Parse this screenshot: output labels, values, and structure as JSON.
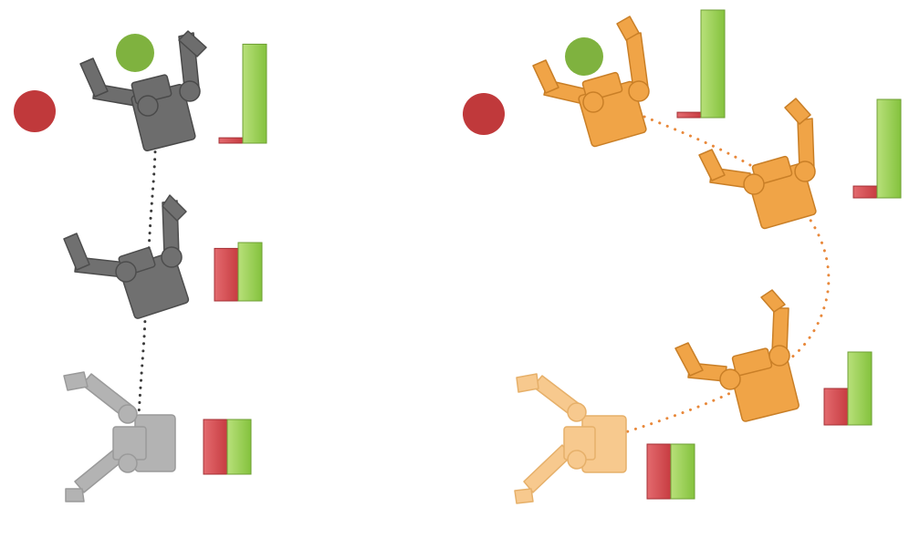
{
  "colors": {
    "background": "#ffffff",
    "red_target": "#c0393b",
    "green_target": "#7fb23f",
    "bar_red": "#d64a4f",
    "bar_green": "#92cb4a",
    "trajectory_gray": "#3b3b3b",
    "trajectory_orange": "#e8883a"
  },
  "panels": [
    {
      "id": "left",
      "trajectory_style": "dotted",
      "trajectory_color": "#3b3b3b",
      "poses": [
        {
          "step": 1,
          "fill": "#6d6d6d",
          "stroke": "#4a4a4a",
          "bars": {
            "red": 0.05,
            "green": 0.92
          }
        },
        {
          "step": 2,
          "fill": "#707070",
          "stroke": "#4d4d4d",
          "bars": {
            "red": 0.9,
            "green": 1.0
          }
        },
        {
          "step": 3,
          "fill": "#b3b3b3",
          "stroke": "#999999",
          "bars": {
            "red": 1.0,
            "green": 1.0
          }
        }
      ]
    },
    {
      "id": "right",
      "trajectory_style": "dotted",
      "trajectory_color": "#e8883a",
      "poses": [
        {
          "step": 1,
          "fill": "#f0a447",
          "stroke": "#c97f27",
          "bars": {
            "red": 0.05,
            "green": 1.0
          }
        },
        {
          "step": 2,
          "fill": "#f0a447",
          "stroke": "#c97f27",
          "bars": {
            "red": 0.12,
            "green": 1.0
          }
        },
        {
          "step": 3,
          "fill": "#f0a447",
          "stroke": "#c97f27",
          "bars": {
            "red": 0.5,
            "green": 1.0
          }
        },
        {
          "step": 4,
          "fill": "#f7c98e",
          "stroke": "#e6b06a",
          "bars": {
            "red": 1.0,
            "green": 1.0
          }
        }
      ]
    }
  ]
}
